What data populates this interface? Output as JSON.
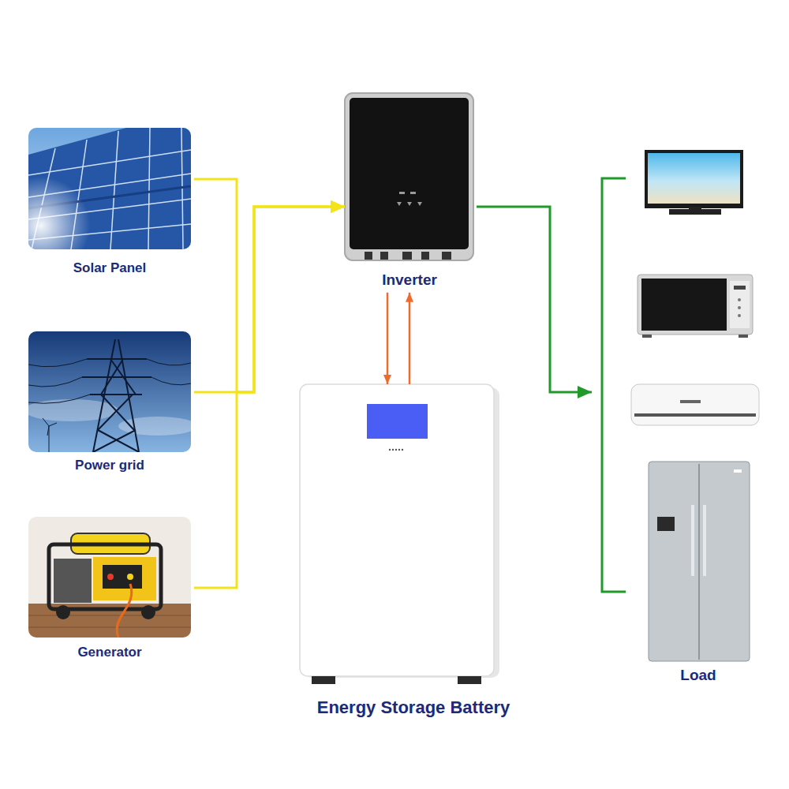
{
  "diagram": {
    "nodes": [
      {
        "text": [
          "Solar Panel"
        ]
      },
      {
        "text": [
          "Power grid"
        ]
      },
      {
        "text": [
          "Generator"
        ]
      },
      {
        "text": [
          "Inverter"
        ]
      },
      {
        "text": [
          "Energy Storage Battery"
        ]
      },
      {
        "text": [
          "Load"
        ]
      }
    ],
    "edges": [
      {
        "from": 0,
        "to": 3,
        "arrow": "to"
      },
      {
        "from": 1,
        "to": 3,
        "arrow": "to"
      },
      {
        "from": 2,
        "to": 3,
        "arrow": "to"
      },
      {
        "from": 3,
        "to": 4,
        "arrow": "to"
      },
      {
        "from": 4,
        "to": 3,
        "arrow": "to"
      },
      {
        "from": 3,
        "to": 5,
        "arrow": "to"
      }
    ]
  }
}
